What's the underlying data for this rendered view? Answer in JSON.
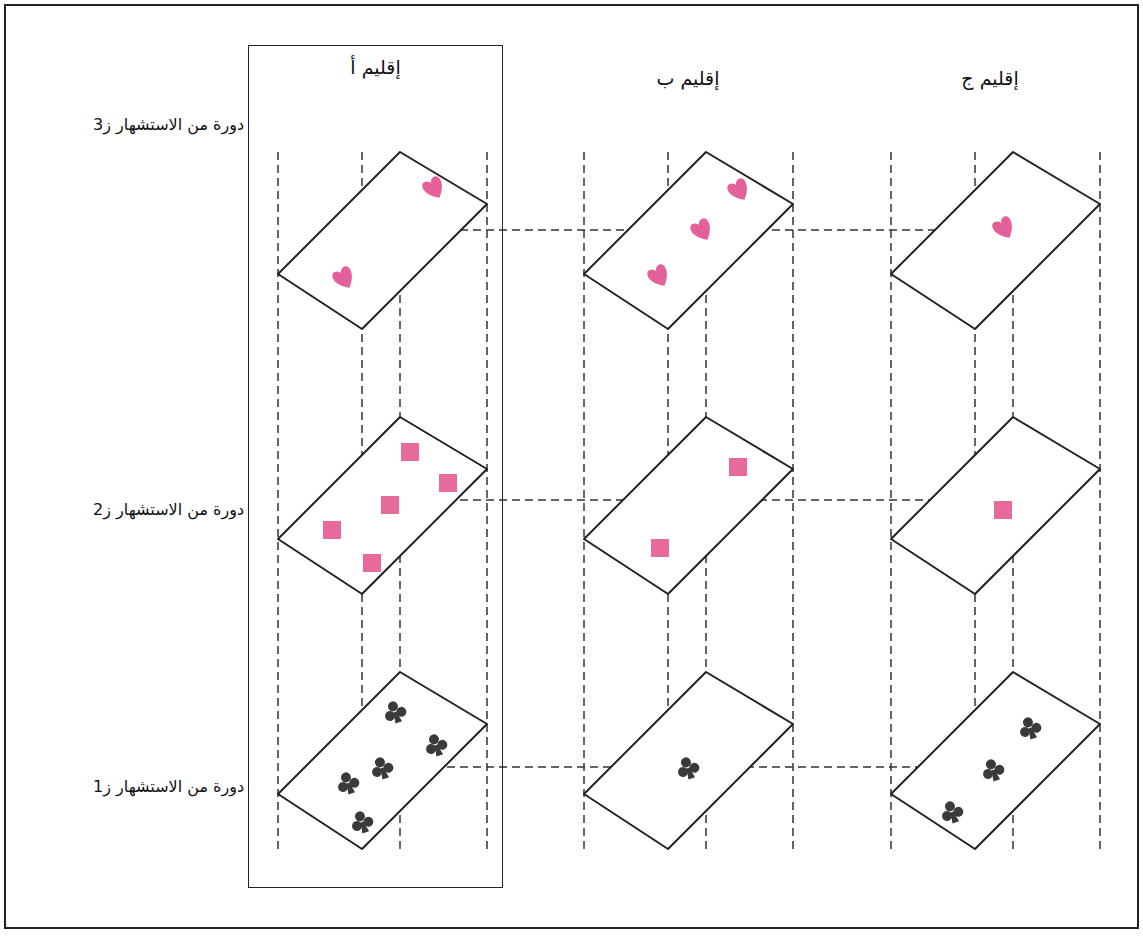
{
  "diagram": {
    "nodes": [
      {
        "text": [
          "إقليم أ"
        ]
      }
    ],
    "labels": [
      "إقليم ب",
      "إقليم ج",
      "دورة من الاستشهار ز3",
      "دورة من الاستشهار ز2",
      "دورة من الاستشهار ز1"
    ]
  }
}
